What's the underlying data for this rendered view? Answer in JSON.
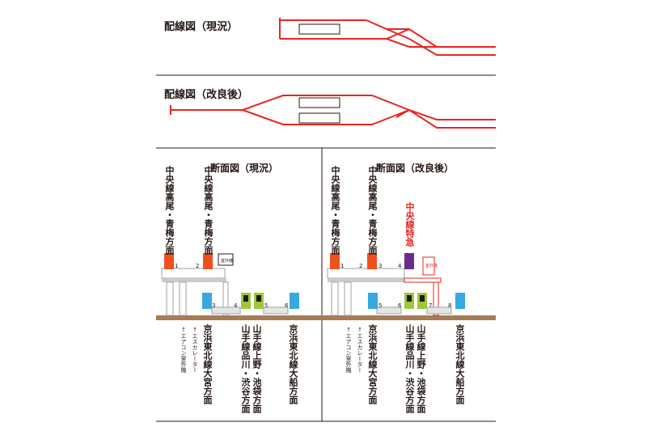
{
  "track_current": {
    "title": "配線図（現況）"
  },
  "track_improved": {
    "title": "配線図（改良後）"
  },
  "section_current": {
    "title": "断面図（現況）",
    "labels": {
      "chuo_upper": "中央線高尾・青梅方面",
      "chuo_lower": "中央線高尾・青梅方面",
      "outdoor_unit": "室外機",
      "escalator": "↑エスカレーター",
      "aircon": "↑エアコン室外機",
      "keihin_omiya": "京浜東北線大宮方面",
      "yamanote": "山手線品川・渋谷方面",
      "yamanote2": "山手線上野・池袋方面",
      "keihin_ofuna": "京浜東北線大船方面"
    },
    "tracks": [
      "1",
      "2",
      "3",
      "4",
      "5",
      "6"
    ]
  },
  "section_improved": {
    "title": "断面図（改良後）",
    "labels": {
      "chuo_upper": "中央線高尾・青梅方面",
      "chuo_lower": "中央線高尾・青梅方面",
      "chuo_limited": "中央線特急",
      "outdoor_unit": "室外機",
      "escalator": "↑エスカレーター",
      "aircon": "↑エアコン室外機",
      "keihin_omiya": "京浜東北線大宮方面",
      "yamanote": "山手線品川・渋谷方面",
      "yamanote2": "山手線上野・池袋方面",
      "keihin_ofuna": "京浜東北線大船方面"
    },
    "tracks": [
      "1",
      "2",
      "3",
      "4",
      "5",
      "6",
      "7",
      "8"
    ]
  },
  "colors": {
    "track_red": "#e8251f",
    "chuo_orange": "#f0501e",
    "keihin_blue": "#36a9e1",
    "yamanote_green": "#9cc83b",
    "limited_purple": "#6b2a8e",
    "ground_brown": "#a67c52",
    "structure_gray": "#c9caca"
  }
}
